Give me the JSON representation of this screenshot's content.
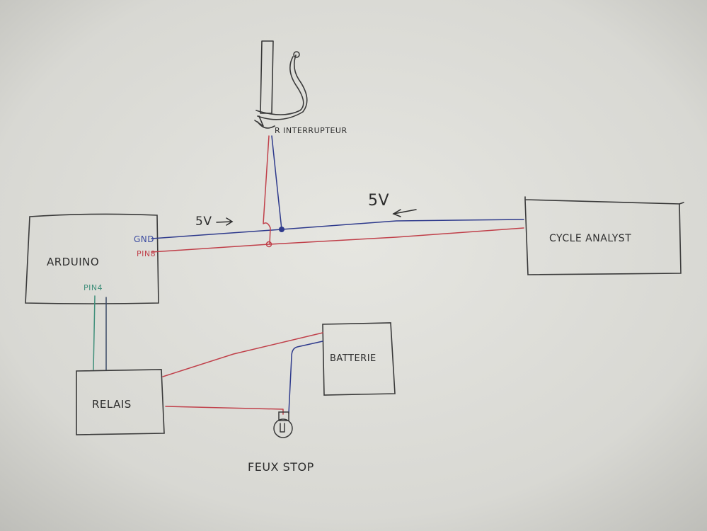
{
  "labels": {
    "arduino": "ARDUINO",
    "cycle_analyst": "CYCLE ANALYST",
    "relais": "RELAIS",
    "batterie": "BATTERIE",
    "feux_stop": "FEUX STOP",
    "interrupteur": "R INTERRUPTEUR",
    "gnd": "GND",
    "pin8": "PIN8",
    "pin4": "PIN4",
    "voltage_left": "5V",
    "voltage_right": "5V"
  },
  "colors": {
    "paper": "#d9d9d4",
    "ink": "#2d2d2d",
    "wire_red": "#c0404a",
    "wire_blue": "#2e3a8c",
    "wire_green": "#3f8f7a",
    "pin_gnd": "#3a4aa0",
    "pin_pin8": "#c0404a",
    "pin_pin4": "#3f8f7a"
  },
  "icons": [
    "brake-lever-icon",
    "bulb-icon",
    "arrow-right-icon",
    "arrow-left-icon",
    "junction-dot-icon"
  ]
}
